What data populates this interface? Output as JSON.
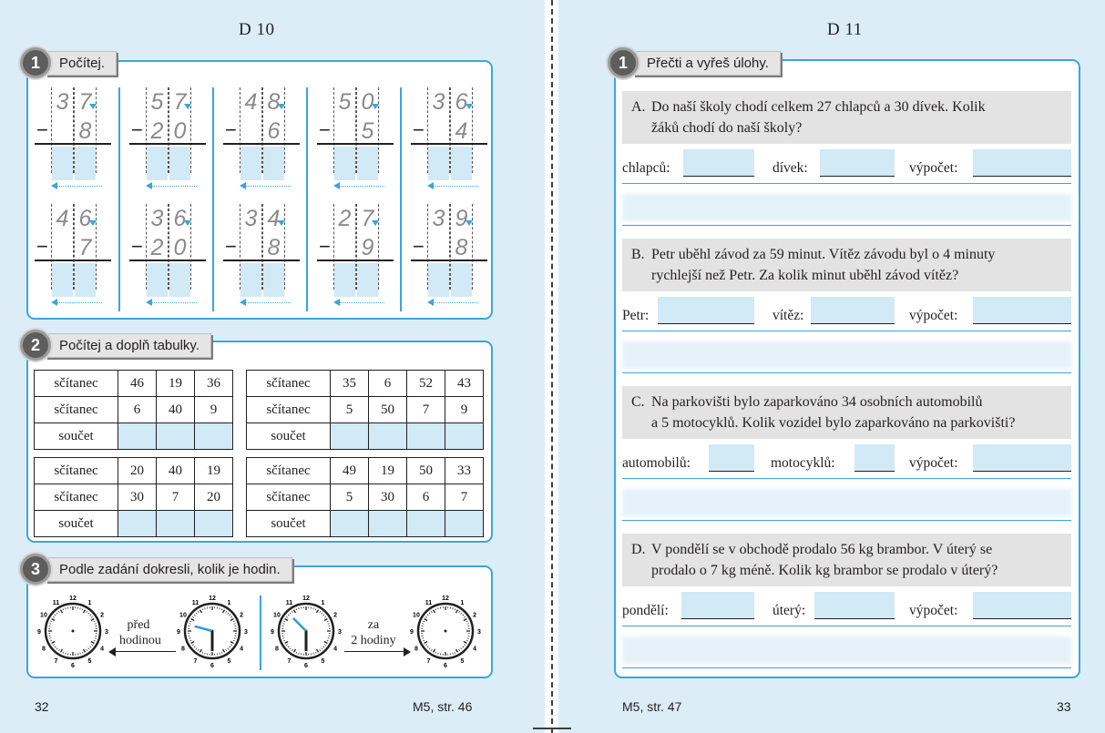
{
  "left_page": {
    "title": "D 10",
    "page_number": "32",
    "reference": "M5, str. 46",
    "task1": {
      "number": "1",
      "label": "Počítej.",
      "problems": [
        {
          "top": "37",
          "bottom": "8"
        },
        {
          "top": "57",
          "bottom": "20"
        },
        {
          "top": "48",
          "bottom": "6"
        },
        {
          "top": "50",
          "bottom": "5"
        },
        {
          "top": "36",
          "bottom": "4"
        },
        {
          "top": "46",
          "bottom": "7"
        },
        {
          "top": "36",
          "bottom": "20"
        },
        {
          "top": "34",
          "bottom": "8"
        },
        {
          "top": "27",
          "bottom": "9"
        },
        {
          "top": "39",
          "bottom": "8"
        }
      ],
      "minus": "−"
    },
    "task2": {
      "number": "2",
      "label": "Počítej a doplň tabulky.",
      "row_labels": [
        "sčítanec",
        "sčítanec",
        "součet"
      ],
      "tables": [
        {
          "r1": [
            "46",
            "19",
            "36"
          ],
          "r2": [
            "6",
            "40",
            "9"
          ]
        },
        {
          "r1": [
            "35",
            "6",
            "52",
            "43"
          ],
          "r2": [
            "5",
            "50",
            "7",
            "9"
          ]
        },
        {
          "r1": [
            "20",
            "40",
            "19"
          ],
          "r2": [
            "30",
            "7",
            "20"
          ]
        },
        {
          "r1": [
            "49",
            "19",
            "50",
            "33"
          ],
          "r2": [
            "5",
            "30",
            "6",
            "7"
          ]
        }
      ]
    },
    "task3": {
      "number": "3",
      "label": "Podle zadání dokresli, kolik je hodin.",
      "left_arrow_text": [
        "před",
        "hodinou"
      ],
      "right_arrow_text": [
        "za",
        "2 hodiny"
      ],
      "clock_numbers": [
        "12",
        "1",
        "2",
        "3",
        "4",
        "5",
        "6",
        "7",
        "8",
        "9",
        "10",
        "11"
      ]
    }
  },
  "right_page": {
    "title": "D 11",
    "page_number": "33",
    "reference": "M5, str. 47",
    "task1": {
      "number": "1",
      "label": "Přečti a vyřeš úlohy.",
      "problems": [
        {
          "letter": "A.",
          "line1": "Do naší školy chodí celkem 27 chlapců a 30 dívek. Kolik",
          "line2": "žáků chodí do naší školy?",
          "f1": "chlapců:",
          "f2": "dívek:",
          "f3": "výpočet:"
        },
        {
          "letter": "B.",
          "line1": "Petr uběhl závod za 59 minut. Vítěz závodu byl o 4 minuty",
          "line2": "rychlejší než Petr. Za kolik minut uběhl závod vítěz?",
          "f1": "Petr:",
          "f2": "vítěz:",
          "f3": "výpočet:"
        },
        {
          "letter": "C.",
          "line1": "Na parkovišti bylo zaparkováno 34 osobních automobilů",
          "line2": "a 5 motocyklů. Kolik vozidel bylo zaparkováno na parkovišti?",
          "f1": "automobilů:",
          "f2": "motocyklů:",
          "f3": "výpočet:"
        },
        {
          "letter": "D.",
          "line1": "V pondělí se v obchodě prodalo 56 kg brambor. V úterý se",
          "line2": "prodalo o 7 kg méně. Kolik kg brambor se prodalo v úterý?",
          "f1": "pondělí:",
          "f2": "úterý:",
          "f3": "výpočet:"
        }
      ]
    }
  },
  "colors": {
    "accent": "#3aa6dc",
    "page_bg": "#dcedf8",
    "answer_fill": "#d2e9f6"
  }
}
